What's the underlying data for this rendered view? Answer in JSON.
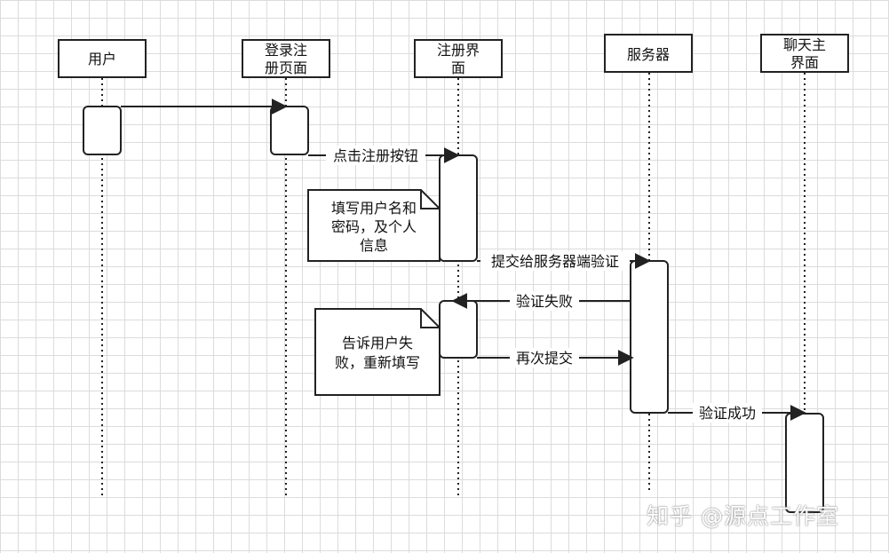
{
  "participants": [
    {
      "id": "user",
      "lines": [
        "用户"
      ]
    },
    {
      "id": "login",
      "lines": [
        "登录注",
        "册页面"
      ]
    },
    {
      "id": "register",
      "lines": [
        "注册界",
        "面"
      ]
    },
    {
      "id": "server",
      "lines": [
        "服务器"
      ]
    },
    {
      "id": "chat",
      "lines": [
        "聊天主",
        "界面"
      ]
    }
  ],
  "messages": [
    {
      "id": "m1",
      "text": ""
    },
    {
      "id": "m2",
      "text": "点击注册按钮"
    },
    {
      "id": "m3",
      "text": "提交给服务器端验证"
    },
    {
      "id": "m4",
      "text": "验证失败"
    },
    {
      "id": "m5",
      "text": "再次提交"
    },
    {
      "id": "m6",
      "text": "验证成功"
    }
  ],
  "notes": [
    {
      "id": "n1",
      "lines": [
        "填写用户名和",
        "密码，及个人",
        "信息"
      ]
    },
    {
      "id": "n2",
      "lines": [
        "告诉用户失",
        "败，重新填写"
      ]
    }
  ],
  "watermark": "知乎 @源点工作室"
}
